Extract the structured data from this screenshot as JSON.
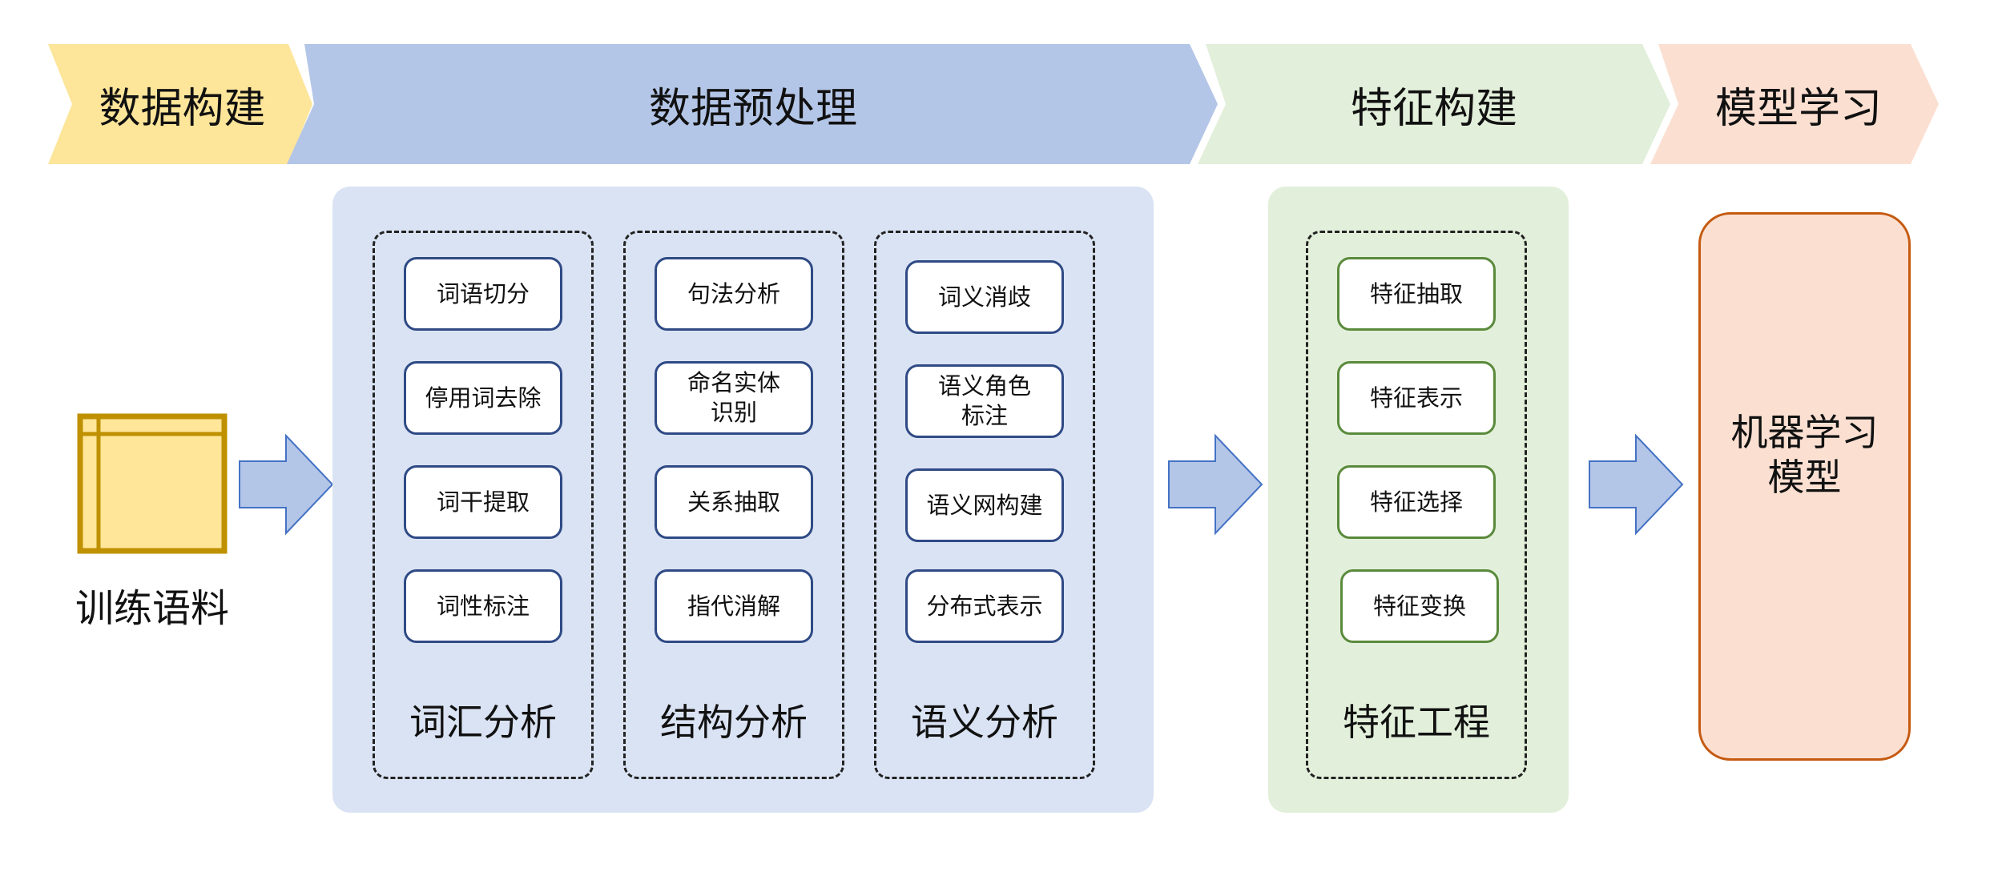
{
  "stages": [
    {
      "label": "数据构建",
      "color": "#fde59a"
    },
    {
      "label": "数据预处理",
      "color": "#b4c6e7"
    },
    {
      "label": "特征构建",
      "color": "#e2efda"
    },
    {
      "label": "模型学习",
      "color": "#fbe0d2"
    }
  ],
  "corpus": {
    "label": "训练语料"
  },
  "preprocess_groups": [
    {
      "title": "词汇分析",
      "items": [
        "词语切分",
        "停用词去除",
        "词干提取",
        "词性标注"
      ]
    },
    {
      "title": "结构分析",
      "items": [
        "句法分析",
        "命名实体\n识别",
        "关系抽取",
        "指代消解"
      ]
    },
    {
      "title": "语义分析",
      "items": [
        "词义消歧",
        "语义角色\n标注",
        "语义网构建",
        "分布式表示"
      ]
    }
  ],
  "feature_group": {
    "title": "特征工程",
    "items": [
      "特征抽取",
      "特征表示",
      "特征选择",
      "特征变换"
    ]
  },
  "model": {
    "label": "机器学习\n模型"
  },
  "colors": {
    "preprocess_panel": "#dae3f3",
    "feature_panel": "#e2efda",
    "arrow_fill": "#b4c6e7",
    "arrow_stroke": "#4472c4",
    "model_fill": "#fbe0d2",
    "model_border": "#c55a11",
    "doc_fill": "#ffe699",
    "doc_border": "#bf9000"
  }
}
